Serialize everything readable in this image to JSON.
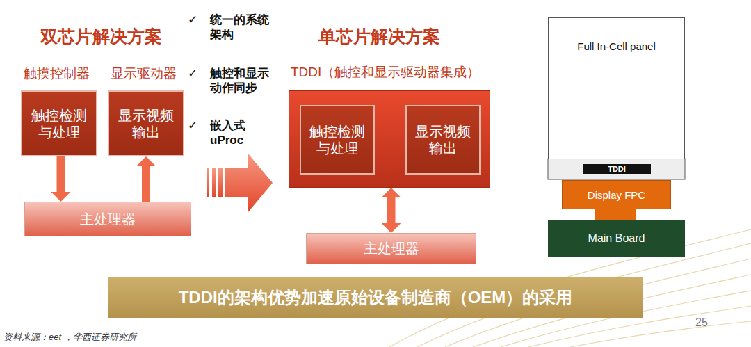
{
  "diagram": {
    "nodes": [
      {
        "text": [
          "触摸控制器",
          "触控检测与处理"
        ]
      },
      {
        "text": [
          "显示驱动器",
          "显示视频输出"
        ]
      },
      {
        "text": [
          "主处理器"
        ]
      },
      {
        "text": [
          "TDDI（触控和显示驱动器集成）"
        ]
      },
      {
        "text": [
          "触控检测与处理"
        ],
        "in": 3
      },
      {
        "text": [
          "显示视频输出"
        ],
        "in": 3
      },
      {
        "text": [
          "主处理器"
        ]
      },
      {
        "text": [
          "Full In-Cell panel"
        ]
      },
      {
        "text": [
          "TDDI"
        ]
      },
      {
        "text": [
          "Display FPC"
        ]
      },
      {
        "text": [
          "Main Board"
        ]
      },
      {
        "text": [
          "TDDI的架构优势加速原始设备制造商（OEM）的采用"
        ]
      }
    ],
    "edges": [
      {
        "from": 0,
        "to": 2,
        "arrow": "to"
      },
      {
        "from": 2,
        "to": 1,
        "arrow": "to"
      },
      {
        "from": 4,
        "to": 5,
        "arrow": "both"
      },
      {
        "from": 3,
        "to": 6,
        "arrow": "both"
      }
    ],
    "labels": [
      "双芯片解决方案",
      "✓",
      "统一的系统架构",
      "✓",
      "触控和显示动作同步",
      "✓",
      "嵌入式uProc",
      "单芯片解决方案",
      "25",
      "资料来源：eet ，华西证券研究所"
    ]
  }
}
